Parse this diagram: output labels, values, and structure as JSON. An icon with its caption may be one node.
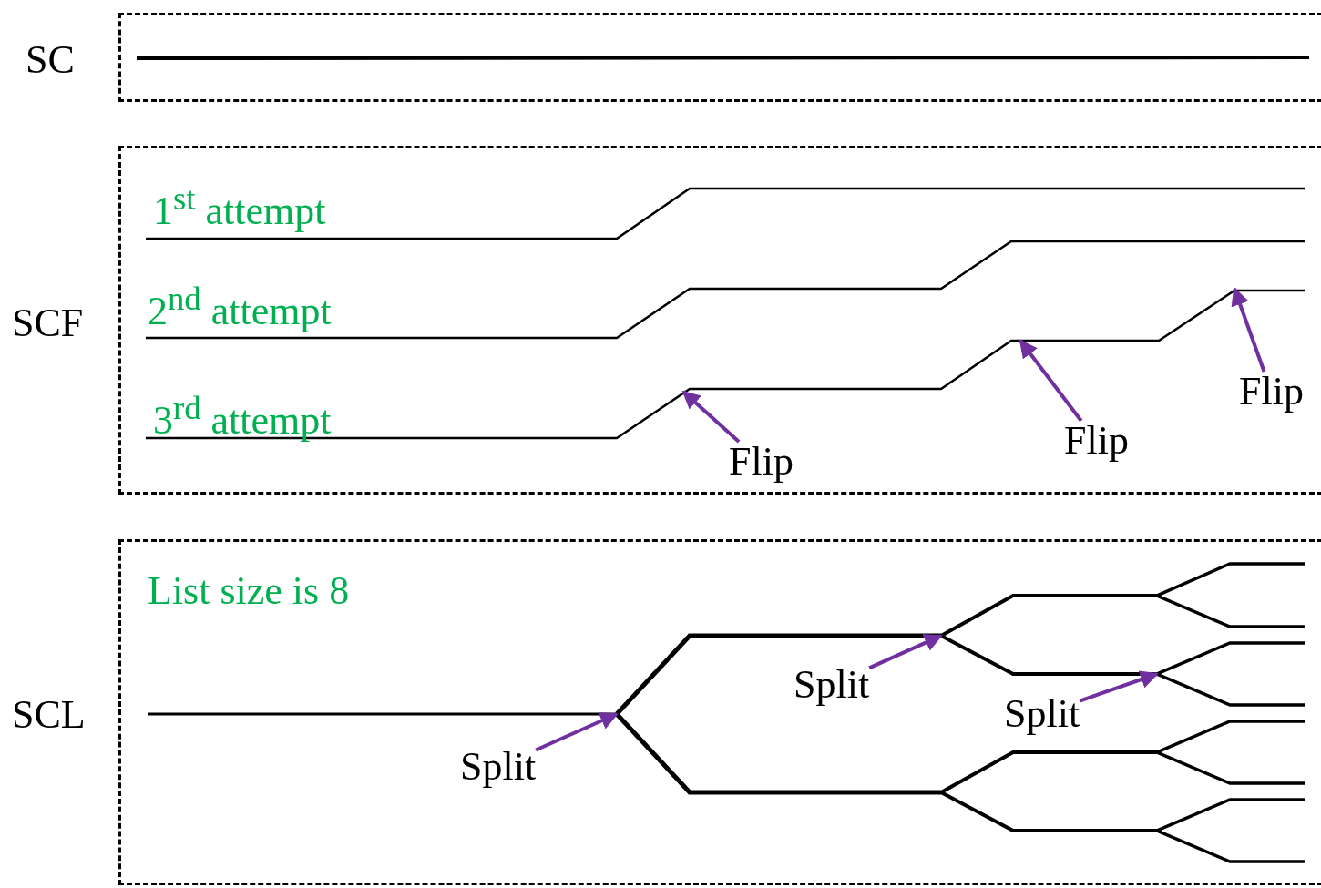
{
  "diagram": {
    "nodes": [
      {
        "text": [
          "SC"
        ]
      },
      {
        "text": [
          "SCF"
        ]
      },
      {
        "text": [
          "SCL"
        ]
      },
      {
        "text": [
          "Flip"
        ],
        "in": 1
      },
      {
        "text": [
          "Flip"
        ],
        "in": 1
      },
      {
        "text": [
          "Flip"
        ],
        "in": 1
      },
      {
        "text": [
          "Split"
        ],
        "in": 2
      },
      {
        "text": [
          "Split"
        ],
        "in": 2
      },
      {
        "text": [
          "Split"
        ],
        "in": 2
      }
    ],
    "edges": [
      {
        "from": 3,
        "to": null,
        "arrow": "to"
      },
      {
        "from": 4,
        "to": null,
        "arrow": "to"
      },
      {
        "from": 5,
        "to": null,
        "arrow": "to"
      },
      {
        "from": 6,
        "to": null,
        "arrow": "to"
      },
      {
        "from": 7,
        "to": null,
        "arrow": "to"
      },
      {
        "from": 8,
        "to": null,
        "arrow": "to"
      }
    ],
    "labels": [
      "1$^{st}$ attempt",
      "2$^{nd}$ attempt",
      "3$^{rd}$ attempt",
      "List size is 8"
    ]
  }
}
